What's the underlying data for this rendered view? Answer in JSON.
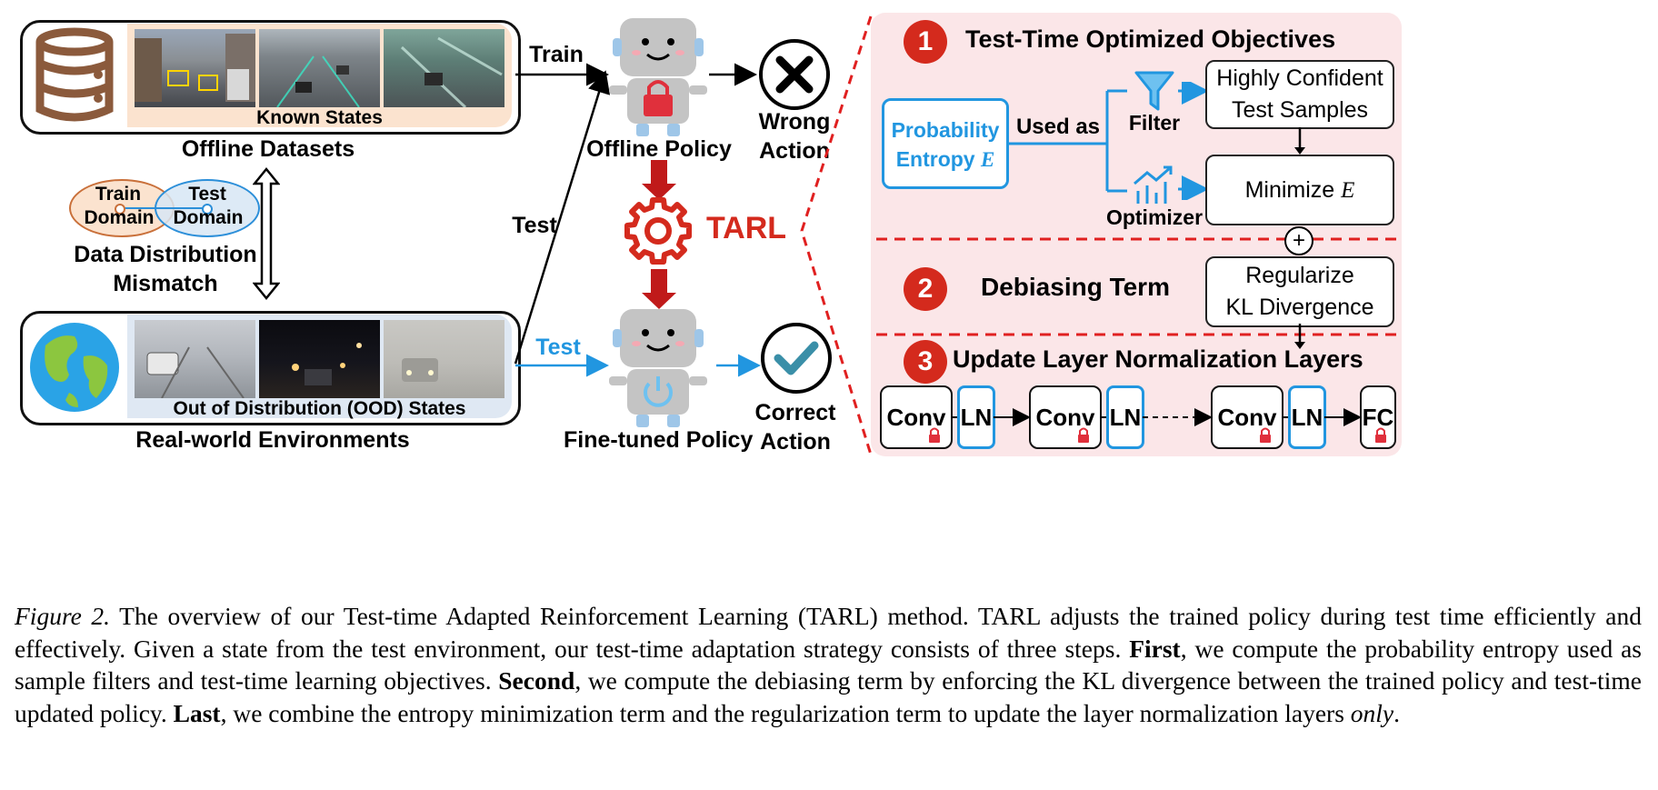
{
  "left": {
    "known_states": "Known States",
    "offline_datasets": "Offline Datasets",
    "train_domain": "Train Domain",
    "test_domain": "Test Domain",
    "train_word": "Train",
    "test_word": "Test",
    "domain_word": "Domain",
    "mismatch_line1": "Data Distribution",
    "mismatch_line2": "Mismatch",
    "ood_states": "Out of Distribution (OOD) States",
    "real_world": "Real-world Environments"
  },
  "middle": {
    "train_label": "Train",
    "test_label_black": "Test",
    "test_label_blue": "Test",
    "offline_policy": "Offline Policy",
    "finetuned_policy": "Fine-tuned Policy",
    "tarl": "TARL",
    "wrong_action_1": "Wrong",
    "wrong_action_2": "Action",
    "correct_action_1": "Correct",
    "correct_action_2": "Action"
  },
  "right": {
    "step1_num": "1",
    "step1_title": "Test-Time Optimized Objectives",
    "prob_line1": "Probability",
    "prob_line2": "Entropy",
    "entropy_symbol": "E",
    "used_as": "Used as",
    "filter": "Filter",
    "optimizer": "Optimizer",
    "confident_line1": "Highly Confident",
    "confident_line2": "Test Samples",
    "minimize": "Minimize",
    "plus": "+",
    "step2_num": "2",
    "step2_title": "Debiasing Term",
    "reg_line1": "Regularize",
    "reg_line2": "KL Divergence",
    "step3_num": "3",
    "step3_title": "Update Layer Normalization Layers",
    "conv": "Conv",
    "ln": "LN",
    "fc": "FC"
  },
  "colors": {
    "accent_red": "#d42a1d",
    "accent_blue": "#2196e0",
    "panel_pink": "#fbe6e8",
    "known_bg": "#fbe3cf",
    "ood_bg": "#dfe8f3"
  },
  "caption": {
    "fig_label": "Figure 2.",
    "part1": " The overview of our Test-time Adapted Reinforcement Learning (TARL) method. TARL adjusts the trained policy during test time efficiently and effectively. Given a state from the test environment, our test-time adaptation strategy consists of three steps. ",
    "first": "First",
    "part2": ", we compute the probability entropy used as sample filters and test-time learning objectives. ",
    "second": "Second",
    "part3": ", we compute the debiasing term by enforcing the KL divergence between the trained policy and test-time updated policy. ",
    "last": "Last",
    "part4": ", we combine the entropy minimization term and the regularization term to update the layer normalization layers ",
    "only": "only",
    "end": "."
  }
}
